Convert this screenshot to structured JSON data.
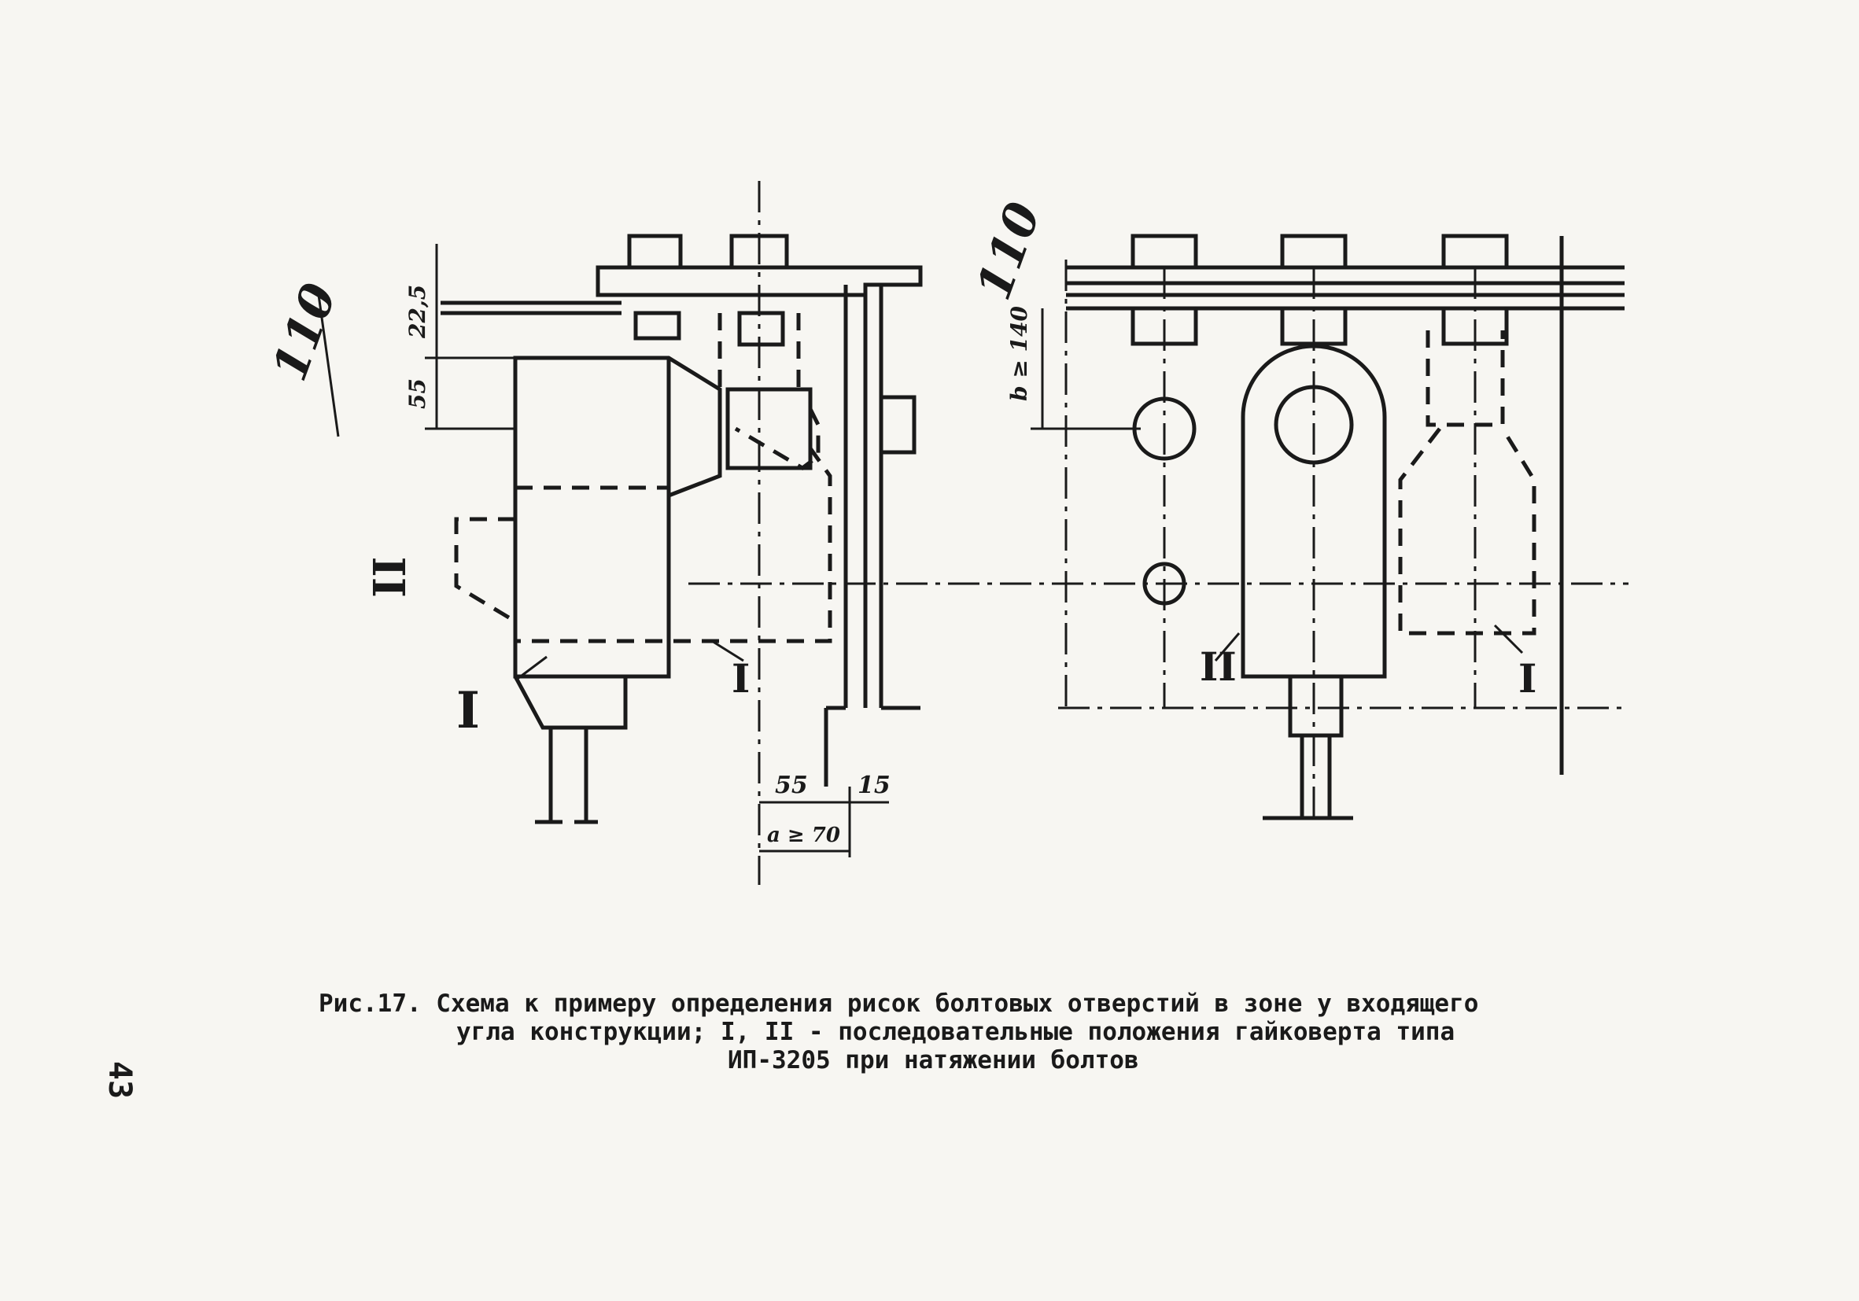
{
  "dimensions": {
    "d110_left": "110",
    "d22_5": "22,5",
    "d55_left": "55",
    "d55_bottom": "55",
    "d15": "15",
    "d_a70": "a ≥ 70",
    "d110_right": "110",
    "d_b140": "b ≥ 140"
  },
  "markers": {
    "left_I_bold": "I",
    "left_I_thin": "I",
    "left_II_dashed": "II",
    "right_II": "II",
    "right_I": "I"
  },
  "caption": {
    "line1": "Рис.17. Схема к примеру определения рисок болтовых отверстий в зоне у входящего",
    "line2": "угла конструкции; I, II - последовательные положения гайковерта типа",
    "line3": "ИП-3205 при натяжении болтов"
  },
  "page_number": "43"
}
